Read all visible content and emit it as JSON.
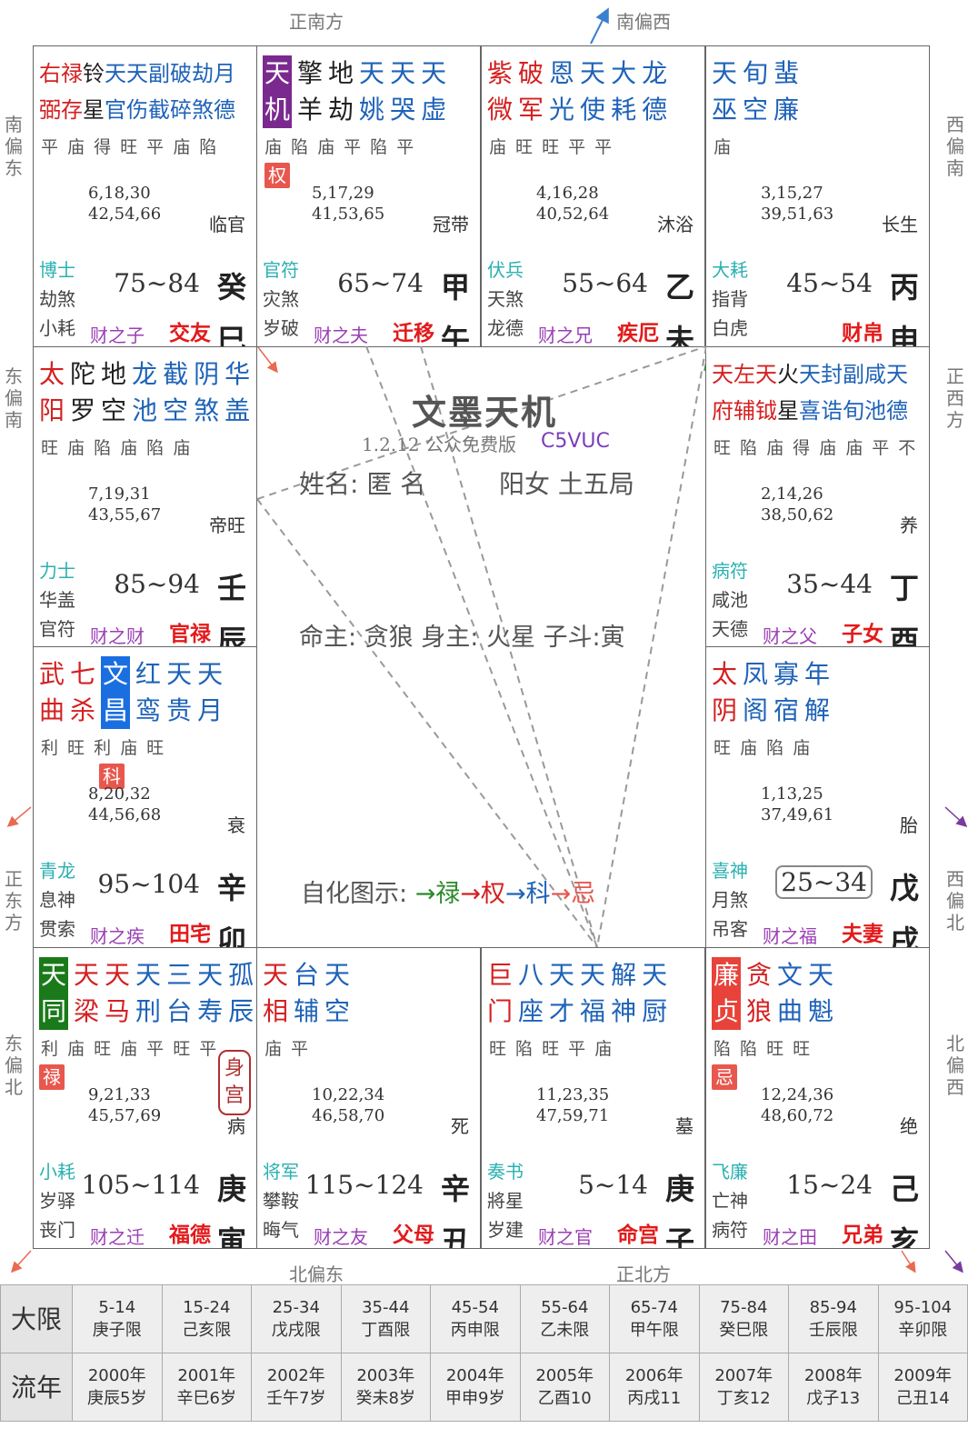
{
  "directions": {
    "top_left": "正南方",
    "top_right": "南偏西",
    "left_top": "南偏东",
    "left_mid": "东偏南",
    "left_low": "正东方",
    "left_bot": "东偏北",
    "right_top": "西偏南",
    "right_mid": "正西方",
    "right_low": "西偏北",
    "right_bot": "北偏西",
    "bottom_left": "北偏东",
    "bottom_right": "正北方"
  },
  "center": {
    "title": "文墨天机",
    "version": "1.2.12 公众免费版",
    "code": "C5VUC",
    "name_line": "姓名: 匿 名",
    "gender_line": "阳女 土五局",
    "lord_line": "命主: 贪狼 身主: 火星 子斗:寅",
    "legend_prefix": "自化图示: ",
    "legend": [
      "→禄",
      "→权",
      "→科",
      "→忌"
    ]
  },
  "colors": {
    "legend": [
      "#2a8a2a",
      "#d42020",
      "#1f63b8",
      "#e8574d"
    ],
    "purple_hl": "#7a2a8f",
    "blue_hl": "#1a6fe0",
    "green_hl": "#1a7a1a",
    "red_hl": "#e8433a"
  },
  "palaces": [
    {
      "id": "si",
      "stars1": [
        "右",
        "禄",
        "铃",
        "天",
        "天",
        "副",
        "破",
        "劫",
        "月"
      ],
      "stars2": [
        "弼",
        "存",
        "星",
        "官",
        "伤",
        "截",
        "碎",
        "煞",
        "德"
      ],
      "bright": "平 庙 得 旺 平 庙 陷",
      "ages1": "6,18,30",
      "ages2": "42,54,66",
      "stage": "临官",
      "s1": "博士",
      "s2": "劫煞",
      "s3": "小耗",
      "range": "75~84",
      "cai": "财之子",
      "palace": "交友",
      "gz1": "癸",
      "gz2": "巳"
    },
    {
      "id": "wu",
      "stars1": [
        "天",
        "擎",
        "地",
        "天",
        "天",
        "天"
      ],
      "stars2": [
        "机",
        "羊",
        "劫",
        "姚",
        "哭",
        "虚"
      ],
      "bright": "庙 陷 庙 平 陷 平",
      "tag": "权",
      "ages1": "5,17,29",
      "ages2": "41,53,65",
      "stage": "冠带",
      "s1": "官符",
      "s2": "灾煞",
      "s3": "岁破",
      "range": "65~74",
      "cai": "财之夫",
      "palace": "迁移",
      "gz1": "甲",
      "gz2": "午"
    },
    {
      "id": "wei",
      "stars1": [
        "紫",
        "破",
        "恩",
        "天",
        "大",
        "龙"
      ],
      "stars2": [
        "微",
        "军",
        "光",
        "使",
        "耗",
        "德"
      ],
      "bright": "庙 旺 旺 平 平",
      "ages1": "4,16,28",
      "ages2": "40,52,64",
      "stage": "沐浴",
      "s1": "伏兵",
      "s2": "天煞",
      "s3": "龙德",
      "range": "55~64",
      "cai": "财之兄",
      "palace": "疾厄",
      "gz1": "乙",
      "gz2": "未"
    },
    {
      "id": "shen",
      "stars1": [
        "天",
        "旬",
        "蜚"
      ],
      "stars2": [
        "巫",
        "空",
        "廉"
      ],
      "bright": "  庙",
      "ages1": "3,15,27",
      "ages2": "39,51,63",
      "stage": "长生",
      "s1": "大耗",
      "s2": "指背",
      "s3": "白虎",
      "range": "45~54",
      "cai": "",
      "palace": "财帛",
      "gz1": "丙",
      "gz2": "申"
    },
    {
      "id": "chen",
      "stars1": [
        "太",
        "陀",
        "地",
        "龙",
        "截",
        "阴",
        "华"
      ],
      "stars2": [
        "阳",
        "罗",
        "空",
        "池",
        "空",
        "煞",
        "盖"
      ],
      "bright": "旺 庙 陷 庙 陷   庙",
      "ages1": "7,19,31",
      "ages2": "43,55,67",
      "stage": "帝旺",
      "s1": "力士",
      "s2": "华盖",
      "s3": "官符",
      "range": "85~94",
      "cai": "财之财",
      "palace": "官禄",
      "gz1": "壬",
      "gz2": "辰"
    },
    {
      "id": "you",
      "stars1": [
        "天",
        "左",
        "天",
        "火",
        "天",
        "封",
        "副",
        "咸",
        "天"
      ],
      "stars2": [
        "府",
        "辅",
        "钺",
        "星",
        "喜",
        "诰",
        "旬",
        "池",
        "德"
      ],
      "bright": "旺 陷 庙 得 庙   庙 平 不",
      "ages1": "2,14,26",
      "ages2": "38,50,62",
      "stage": "养",
      "s1": "病符",
      "s2": "咸池",
      "s3": "天德",
      "range": "35~44",
      "cai": "财之父",
      "palace": "子女",
      "gz1": "丁",
      "gz2": "酉"
    },
    {
      "id": "mao",
      "stars1": [
        "武",
        "七",
        "文",
        "红",
        "天",
        "天"
      ],
      "stars2": [
        "曲",
        "杀",
        "昌",
        "鸾",
        "贵",
        "月"
      ],
      "bright": "利 旺 利 庙 旺",
      "tag": "科",
      "ages1": "8,20,32",
      "ages2": "44,56,68",
      "stage": "衰",
      "s1": "青龙",
      "s2": "息神",
      "s3": "贯索",
      "range": "95~104",
      "cai": "财之疾",
      "palace": "田宅",
      "gz1": "辛",
      "gz2": "卯"
    },
    {
      "id": "xu",
      "stars1": [
        "太",
        "凤",
        "寡",
        "年"
      ],
      "stars2": [
        "阴",
        "阁",
        "宿",
        "解"
      ],
      "bright": "旺 庙 陷 庙",
      "ages1": "1,13,25",
      "ages2": "37,49,61",
      "stage": "胎",
      "s1": "喜神",
      "s2": "月煞",
      "s3": "吊客",
      "range": "25~34",
      "cai": "财之福",
      "palace": "夫妻",
      "gz1": "戊",
      "gz2": "戌"
    },
    {
      "id": "yin",
      "stars1": [
        "天",
        "天",
        "天",
        "天",
        "三",
        "天",
        "孤"
      ],
      "stars2": [
        "同",
        "梁",
        "马",
        "刑",
        "台",
        "寿",
        "辰"
      ],
      "bright": "利 庙 旺 庙 平 旺 平",
      "tag": "禄",
      "body": "身宫",
      "ages1": "9,21,33",
      "ages2": "45,57,69",
      "stage": "病",
      "s1": "小耗",
      "s2": "岁驿",
      "s3": "丧门",
      "range": "105~114",
      "cai": "财之迁",
      "palace": "福德",
      "gz1": "庚",
      "gz2": "寅"
    },
    {
      "id": "chou",
      "stars1": [
        "天",
        "台",
        "天"
      ],
      "stars2": [
        "相",
        "辅",
        "空"
      ],
      "bright": "庙     平",
      "ages1": "10,22,34",
      "ages2": "46,58,70",
      "stage": "死",
      "s1": "将军",
      "s2": "攀鞍",
      "s3": "晦气",
      "range": "115~124",
      "cai": "财之友",
      "palace": "父母",
      "gz1": "辛",
      "gz2": "丑"
    },
    {
      "id": "zi",
      "stars1": [
        "巨",
        "八",
        "天",
        "天",
        "解",
        "天"
      ],
      "stars2": [
        "门",
        "座",
        "才",
        "福",
        "神",
        "厨"
      ],
      "bright": "旺 陷 旺 平 庙",
      "ages1": "11,23,35",
      "ages2": "47,59,71",
      "stage": "墓",
      "s1": "奏书",
      "s2": "將星",
      "s3": "岁建",
      "range": "5~14",
      "cai": "财之官",
      "palace": "命宫",
      "gz1": "庚",
      "gz2": "子"
    },
    {
      "id": "hai",
      "stars1": [
        "廉",
        "贪",
        "文",
        "天"
      ],
      "stars2": [
        "贞",
        "狼",
        "曲",
        "魁"
      ],
      "bright": "陷 陷 旺 旺",
      "tag": "忌",
      "ages1": "12,24,36",
      "ages2": "48,60,72",
      "stage": "绝",
      "s1": "飞廉",
      "s2": "亡神",
      "s3": "病符",
      "range": "15~24",
      "cai": "财之田",
      "palace": "兄弟",
      "gz1": "己",
      "gz2": "亥"
    }
  ],
  "bottom": {
    "dayun_label": "大限",
    "liunian_label": "流年",
    "dayun": [
      [
        "5-14",
        "庚子限"
      ],
      [
        "15-24",
        "己亥限"
      ],
      [
        "25-34",
        "戊戌限"
      ],
      [
        "35-44",
        "丁酉限"
      ],
      [
        "45-54",
        "丙申限"
      ],
      [
        "55-64",
        "乙未限"
      ],
      [
        "65-74",
        "甲午限"
      ],
      [
        "75-84",
        "癸巳限"
      ],
      [
        "85-94",
        "壬辰限"
      ],
      [
        "95-104",
        "辛卯限"
      ]
    ],
    "liunian": [
      [
        "2000年",
        "庚辰5岁"
      ],
      [
        "2001年",
        "辛巳6岁"
      ],
      [
        "2002年",
        "壬午7岁"
      ],
      [
        "2003年",
        "癸未8岁"
      ],
      [
        "2004年",
        "甲申9岁"
      ],
      [
        "2005年",
        "乙酉10"
      ],
      [
        "2006年",
        "丙戌11"
      ],
      [
        "2007年",
        "丁亥12"
      ],
      [
        "2008年",
        "戊子13"
      ],
      [
        "2009年",
        "己丑14"
      ]
    ]
  }
}
